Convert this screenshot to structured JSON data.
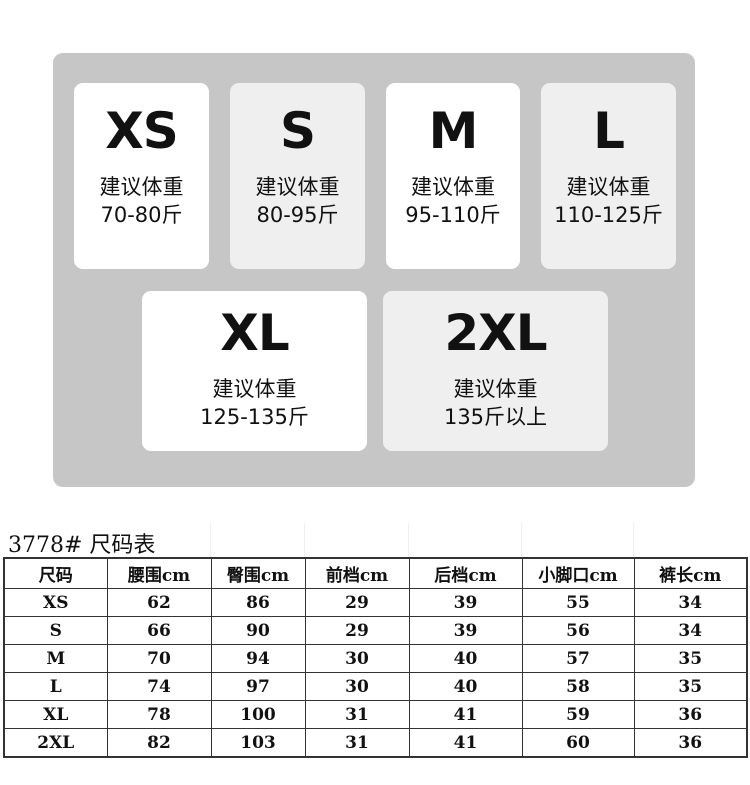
{
  "cards": [
    {
      "size": "XS",
      "label": "建议体重",
      "weight": "70-80斤"
    },
    {
      "size": "S",
      "label": "建议体重",
      "weight": "80-95斤"
    },
    {
      "size": "M",
      "label": "建议体重",
      "weight": "95-110斤"
    },
    {
      "size": "L",
      "label": "建议体重",
      "weight": "110-125斤"
    },
    {
      "size": "XL",
      "label": "建议体重",
      "weight": "125-135斤"
    },
    {
      "size": "2XL",
      "label": "建议体重",
      "weight": "135斤以上"
    }
  ],
  "table": {
    "title": "3778#  尺码表",
    "headers": [
      "尺码",
      "腰围cm",
      "臀围cm",
      "前档cm",
      "后档cm",
      "小脚口cm",
      "裤长cm"
    ],
    "rows": [
      [
        "XS",
        "62",
        "86",
        "29",
        "39",
        "55",
        "34"
      ],
      [
        "S",
        "66",
        "90",
        "29",
        "39",
        "56",
        "34"
      ],
      [
        "M",
        "70",
        "94",
        "30",
        "40",
        "57",
        "35"
      ],
      [
        "L",
        "74",
        "97",
        "30",
        "40",
        "58",
        "35"
      ],
      [
        "XL",
        "78",
        "100",
        "31",
        "41",
        "59",
        "36"
      ],
      [
        "2XL",
        "82",
        "103",
        "31",
        "41",
        "60",
        "36"
      ]
    ]
  }
}
